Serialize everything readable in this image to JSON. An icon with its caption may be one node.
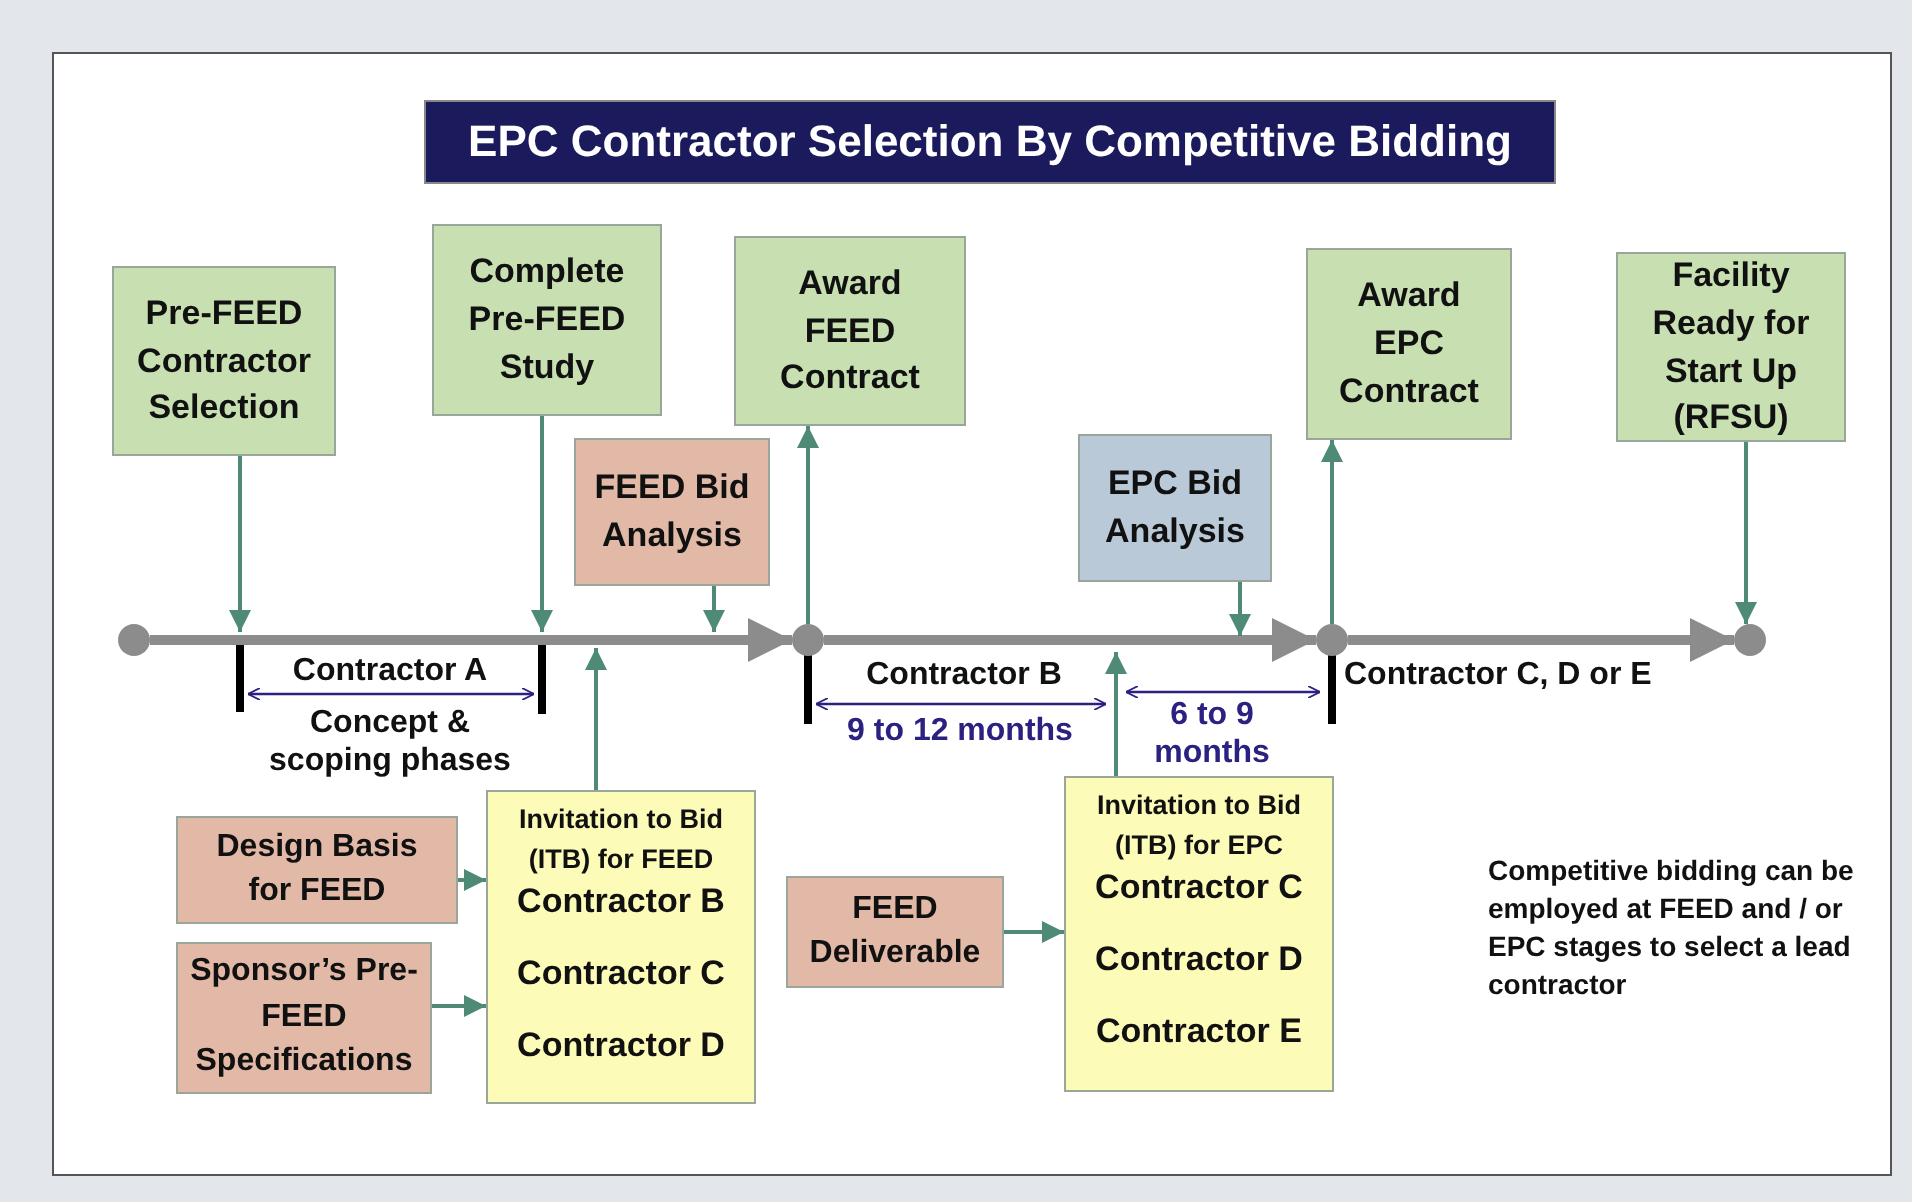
{
  "diagram": {
    "title": "EPC Contractor Selection By Competitive Bidding",
    "nodes": [
      {
        "text": [
          "Pre-FEED Contractor Selection"
        ]
      },
      {
        "text": [
          "Complete Pre-FEED Study"
        ]
      },
      {
        "text": [
          "Award FEED Contract"
        ]
      },
      {
        "text": [
          "Award EPC Contract"
        ]
      },
      {
        "text": [
          "Facility Ready for Start Up (RFSU)"
        ]
      },
      {
        "text": [
          "FEED Bid Analysis"
        ]
      },
      {
        "text": [
          "EPC Bid Analysis"
        ]
      },
      {
        "text": [],
        "shape": "circle"
      },
      {
        "text": [],
        "shape": "circle"
      },
      {
        "text": [],
        "shape": "circle"
      },
      {
        "text": [],
        "shape": "circle"
      },
      {
        "text": [
          "Design Basis for FEED"
        ]
      },
      {
        "text": [
          "Sponsor’s Pre-FEED Specifications"
        ]
      },
      {
        "text": [
          "Invitation to Bid (ITB) for FEED",
          "Contractor B",
          "Contractor C",
          "Contractor D"
        ]
      },
      {
        "text": [
          "FEED Deliverable"
        ]
      },
      {
        "text": [
          "Invitation to Bid (ITB) for EPC",
          "Contractor C",
          "Contractor D",
          "Contractor E"
        ]
      }
    ],
    "edges": [
      {
        "from": 7,
        "to": 8,
        "arrow": "to",
        "style": "thick",
        "color": "#8c8c8c"
      },
      {
        "from": 8,
        "to": 9,
        "arrow": "to",
        "style": "thick",
        "color": "#8c8c8c"
      },
      {
        "from": 9,
        "to": 10,
        "arrow": "to",
        "style": "thick",
        "color": "#8c8c8c"
      },
      {
        "from": 0,
        "to": null,
        "arrow": "to"
      },
      {
        "from": 1,
        "to": null,
        "arrow": "to"
      },
      {
        "from": 5,
        "to": null,
        "arrow": "to"
      },
      {
        "from": 13,
        "to": null,
        "arrow": "to"
      },
      {
        "from": 8,
        "to": 2,
        "arrow": "to"
      },
      {
        "from": 6,
        "to": null,
        "arrow": "to"
      },
      {
        "from": 15,
        "to": null,
        "arrow": "to"
      },
      {
        "from": 9,
        "to": 3,
        "arrow": "to"
      },
      {
        "from": 4,
        "to": 10,
        "arrow": "to"
      },
      {
        "from": 11,
        "to": 13,
        "arrow": "to"
      },
      {
        "from": 12,
        "to": 13,
        "arrow": "to"
      },
      {
        "from": 14,
        "to": 15,
        "arrow": "to"
      }
    ],
    "labels": [
      "Contractor A",
      "Concept & scoping phases",
      "Contractor B",
      "9 to 12 months",
      "6 to 9 months",
      "Contractor C, D or E",
      "Competitive bidding can be employed at FEED and / or EPC stages to select a lead contractor"
    ]
  }
}
